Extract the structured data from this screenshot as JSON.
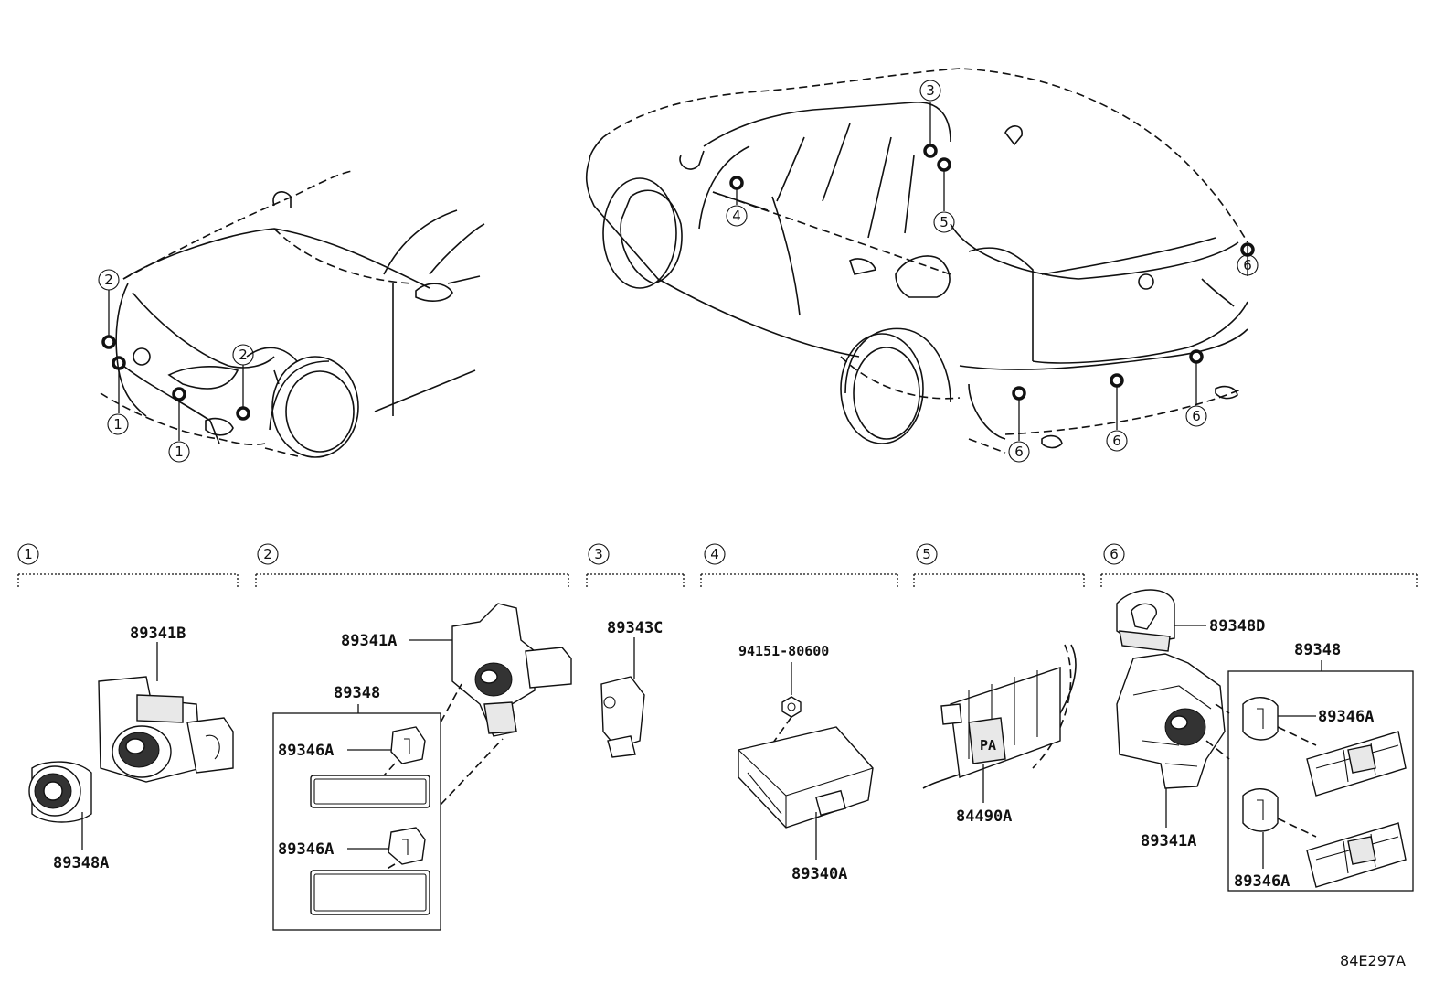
{
  "callouts": {
    "c1": "1",
    "c2": "2",
    "c3": "3",
    "c4": "4",
    "c5": "5",
    "c6": "6"
  },
  "groups": {
    "g1": {
      "number": "1"
    },
    "g2": {
      "number": "2"
    },
    "g3": {
      "number": "3"
    },
    "g4": {
      "number": "4"
    },
    "g5": {
      "number": "5"
    },
    "g6": {
      "number": "6"
    }
  },
  "parts": {
    "p89341B": "89341B",
    "p89348A": "89348A",
    "p89341A_g2": "89341A",
    "p89348_g2": "89348",
    "p89346A_g2a": "89346A",
    "p89346A_g2b": "89346A",
    "p89343C": "89343C",
    "p94151": "94151-80600",
    "p89340A": "89340A",
    "p84490A": "84490A",
    "p89348D": "89348D",
    "p89348_g6": "89348",
    "p89346A_g6a": "89346A",
    "p89346A_g6b": "89346A",
    "p89341A_g6": "89341A"
  },
  "switch_label": "PA",
  "diagram_ref": "84E297A"
}
